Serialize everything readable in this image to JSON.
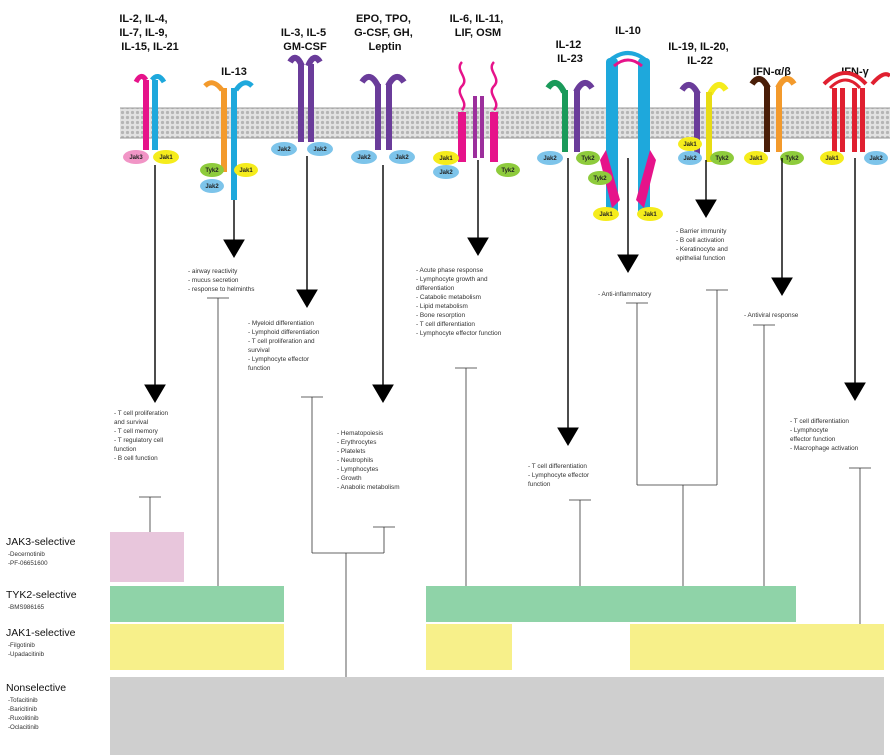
{
  "cytokines": {
    "g1": [
      "IL-2, IL-4,",
      "IL-7, IL-9,",
      "IL-15, IL-21"
    ],
    "g2": [
      "IL-13"
    ],
    "g3": [
      "IL-3, IL-5",
      "GM-CSF"
    ],
    "g4": [
      "EPO, TPO,",
      "G-CSF, GH,",
      "Leptin"
    ],
    "g5": [
      "IL-6, IL-11,",
      "LIF, OSM"
    ],
    "g6": [
      "IL-12",
      "IL-23"
    ],
    "g7": [
      "IL-10"
    ],
    "g8": [
      "IL-19, IL-20,",
      "IL-22"
    ],
    "g9": [
      "IFN-α/β"
    ],
    "g10": [
      "IFN-γ"
    ]
  },
  "jak_labels": {
    "jak3": "Jak3",
    "jak1": "Jak1",
    "jak2": "Jak2",
    "tyk2": "Tyk2"
  },
  "effects": {
    "e_il13": [
      "- airway reactivity",
      "- mucus secretion",
      "- response to helminths"
    ],
    "e_il3": [
      "- Myeloid differentiation",
      "- Lymphoid differentiation",
      "- T cell proliferation and",
      "  survival",
      "- Lymphocyte effector",
      "  function"
    ],
    "e_il6": [
      "- Acute phase response",
      "- Lymphocyte growth and",
      "  differentiation",
      "- Catabolic metabolism",
      "- Lipid metabolism",
      "- Bone resorption",
      "- T cell differentiation",
      "- Lymphocyte effector function"
    ],
    "e_il10": [
      "- Anti-inflammatory"
    ],
    "e_il19": [
      "- Barrier immunity",
      "- B cell activation",
      "- Keratinocyte and",
      "  epithelial function"
    ],
    "e_ifnab": [
      "- Antiviral response"
    ],
    "e_gc": [
      "- T cell proliferation",
      "  and survival",
      "- T cell memory",
      "- T regulatory cell",
      "  function",
      "- B cell function"
    ],
    "e_epo": [
      "- Hematopoiesis",
      "    - Erythrocytes",
      "    - Platelets",
      "    - Neutrophils",
      "    - Lymphocytes",
      "- Growth",
      "- Anabolic metabolism"
    ],
    "e_il12": [
      "- T cell differentiation",
      "- Lymphocyte effector",
      "  function"
    ],
    "e_ifng": [
      "- T cell differentiation",
      "- Lymphocyte",
      "  effector function",
      "- Macrophage activation"
    ]
  },
  "categories": {
    "jak3": {
      "title": "JAK3-selective",
      "drugs": [
        "-Decernotinib",
        "-PF-06651600"
      ],
      "color": "#e8c6dc"
    },
    "tyk2": {
      "title": "TYK2-selective",
      "drugs": [
        "-BMS986165"
      ],
      "color": "#8fd3a8"
    },
    "jak1": {
      "title": "JAK1-selective",
      "drugs": [
        "-Filgotinib",
        "-Upadacitinib"
      ],
      "color": "#f7f08a"
    },
    "non": {
      "title": "Nonselective",
      "drugs": [
        "-Tofacitinib",
        "-Baricitinib",
        "-Ruxolitinib",
        "-Oclacitinib"
      ],
      "color": "#cfcfcf"
    }
  }
}
